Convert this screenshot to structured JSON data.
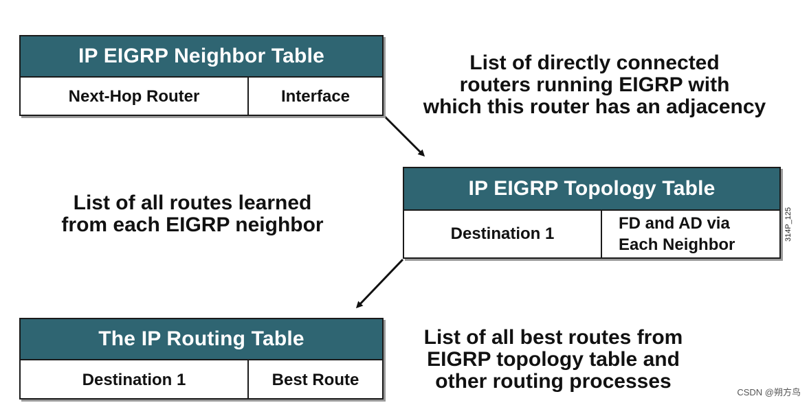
{
  "neighbor_table": {
    "title": "IP EIGRP Neighbor Table",
    "col1": "Next-Hop Router",
    "col2": "Interface"
  },
  "neighbor_caption": "List of directly connected\nrouters running EIGRP with\nwhich this router has an adjacency",
  "topology_table": {
    "title": "IP EIGRP Topology Table",
    "col1": "Destination 1",
    "col2": "FD and AD via\nEach Neighbor"
  },
  "topology_caption": "List of all routes learned\nfrom each EIGRP neighbor",
  "routing_table": {
    "title": "The IP Routing Table",
    "col1": "Destination 1",
    "col2": "Best Route"
  },
  "routing_caption": "List of all best routes from\nEIGRP topology table and\nother routing processes",
  "figure_code": "314P_125",
  "watermark": "CSDN @朔方鸟",
  "colors": {
    "header_fill": "#2f6572",
    "header_text": "#ffffff",
    "border": "#1a1a1a"
  }
}
